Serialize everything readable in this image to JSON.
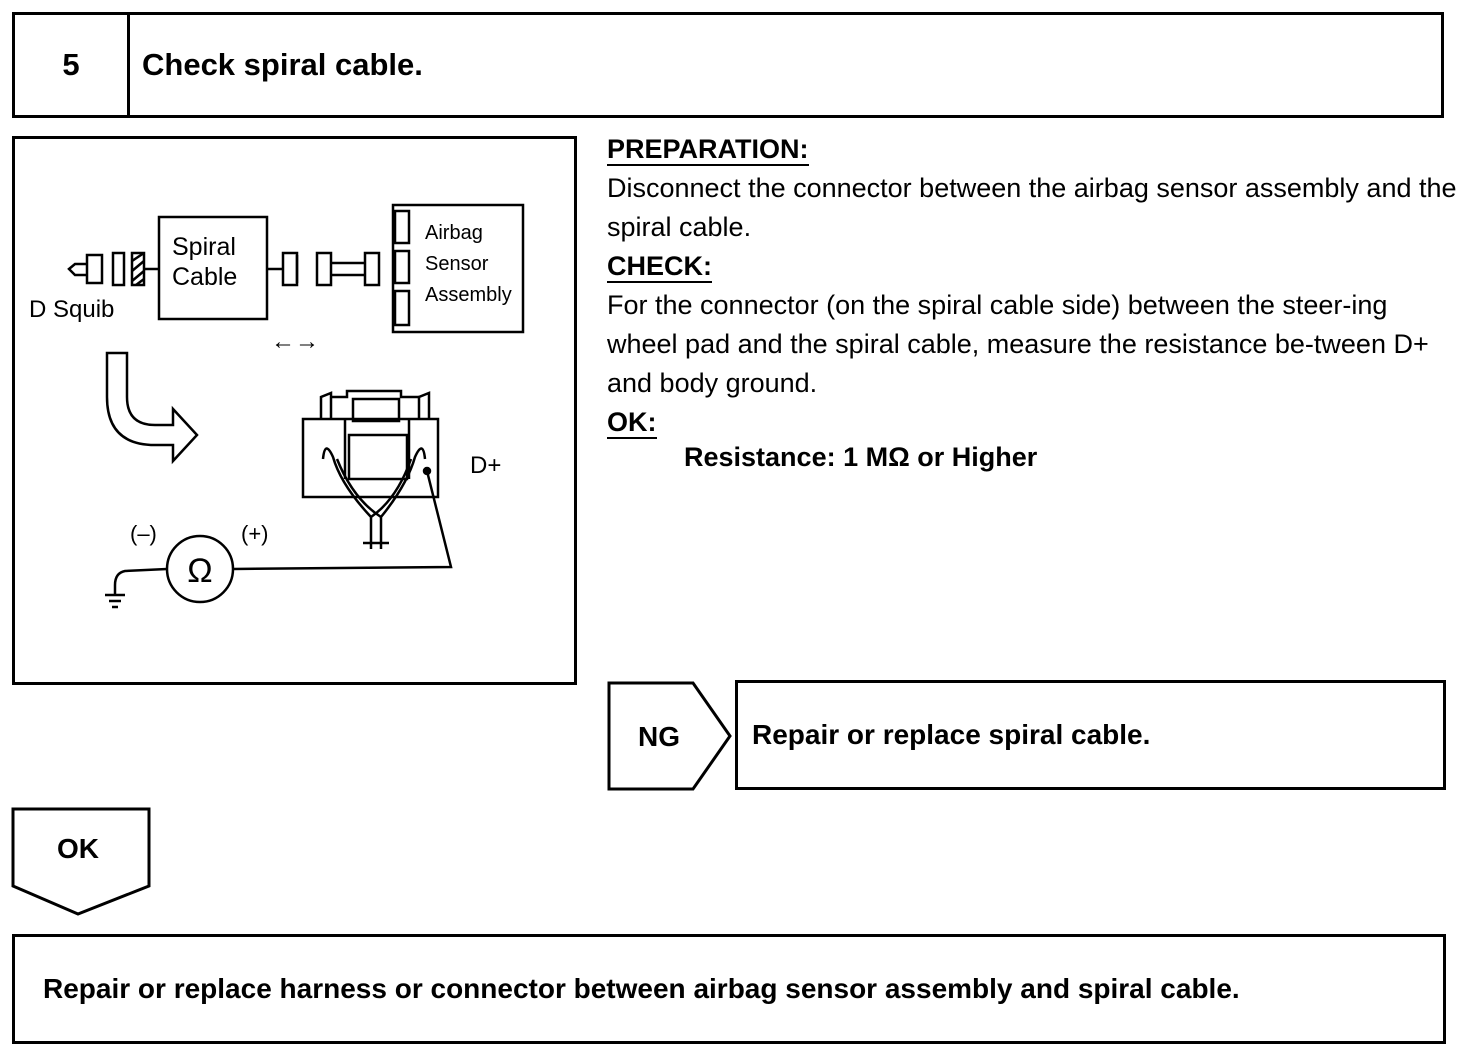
{
  "step": {
    "number": "5",
    "title": "Check spiral cable."
  },
  "figure": {
    "spiral_cable_line1": "Spiral",
    "spiral_cable_line2": "Cable",
    "airbag_line1": "Airbag",
    "airbag_line2": "Sensor",
    "airbag_line3": "Assembly",
    "d_squib": "D Squib",
    "disconnect_arrows": "←→",
    "terminal_label": "D+",
    "minus_label": "(–)",
    "plus_label": "(+)",
    "ohm_symbol": "Ω"
  },
  "instructions": {
    "preparation_heading": "PREPARATION:",
    "preparation_text": "Disconnect the connector between the airbag sensor assembly and the spiral cable.",
    "check_heading": "CHECK:",
    "check_text": "For the connector (on the spiral cable side) between the steer-ing wheel pad and the spiral cable, measure the resistance be-tween D+ and body ground.",
    "ok_heading": "OK:",
    "ok_spec": "Resistance:  1 MΩ or Higher"
  },
  "results": {
    "ng_label": "NG",
    "ng_action": "Repair or replace spiral cable.",
    "ok_label": "OK",
    "ok_action": "Repair or replace harness or connector between airbag sensor assembly and spiral cable."
  }
}
